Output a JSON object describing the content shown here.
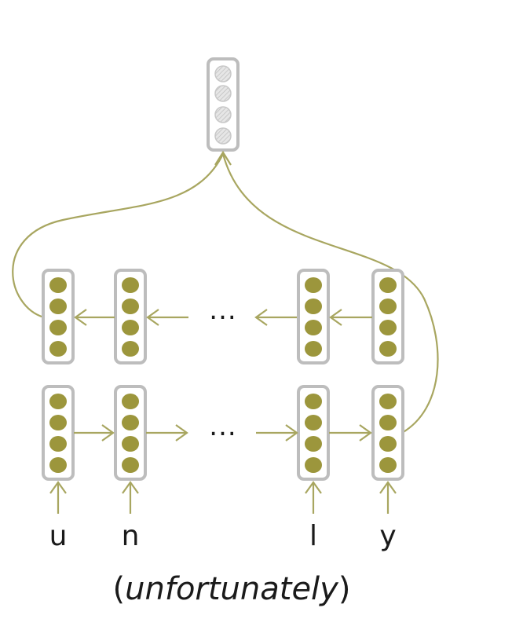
{
  "input_chars": [
    "u",
    "n",
    "l",
    "y"
  ],
  "caption": {
    "open_paren": "(",
    "word": "unfortunately",
    "close_paren": ")"
  },
  "ellipsis": "...",
  "colors": {
    "neuron": "#9c963c",
    "neuron_output": "#d4d4d4",
    "box_border": "#bdbdbd",
    "arrow": "#a8a660",
    "text": "#1a1a1a"
  },
  "nodes_per_layer": 4
}
